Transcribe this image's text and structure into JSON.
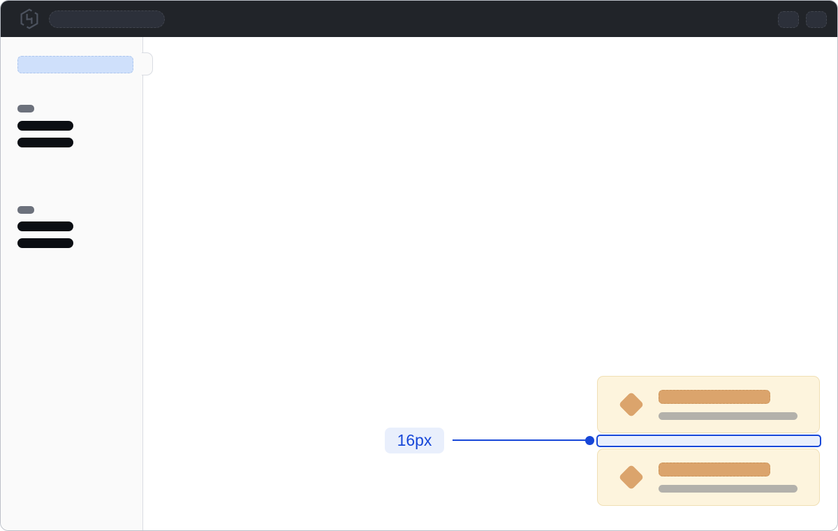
{
  "annotation": {
    "label": "16px"
  },
  "icons": {
    "topbar_logo": "hashicorp-logo-icon",
    "card_icon": "diamond-icon",
    "sidebar_toggle": "sidebar-collapse-tab"
  },
  "colors": {
    "topbar_bg": "#212429",
    "topbar_skeleton": "#2c303a",
    "sidebar_bg": "#fafafa",
    "sidebar_active_bg": "#cfe0fb",
    "skeleton_heading": "#6c717c",
    "skeleton_text": "#0b0e13",
    "card_bg": "#fdf4dd",
    "card_border": "#f0dfb4",
    "card_accent": "#dba46c",
    "card_muted": "#b3b1ab",
    "accent": "#1747d8",
    "annotation_bg": "#e9effc"
  },
  "topbar": {
    "search_skeleton": true,
    "action_skeleton_count": 2
  },
  "sidebar": {
    "active_item_skeleton": true,
    "groups": [
      {
        "heading_skeleton": true,
        "item_skeleton_count": 2
      },
      {
        "heading_skeleton": true,
        "item_skeleton_count": 2
      }
    ]
  },
  "cards": {
    "count": 2,
    "each": {
      "icon": "diamond-icon",
      "title_bar_skeleton": true,
      "subtitle_bar_skeleton": true
    }
  }
}
